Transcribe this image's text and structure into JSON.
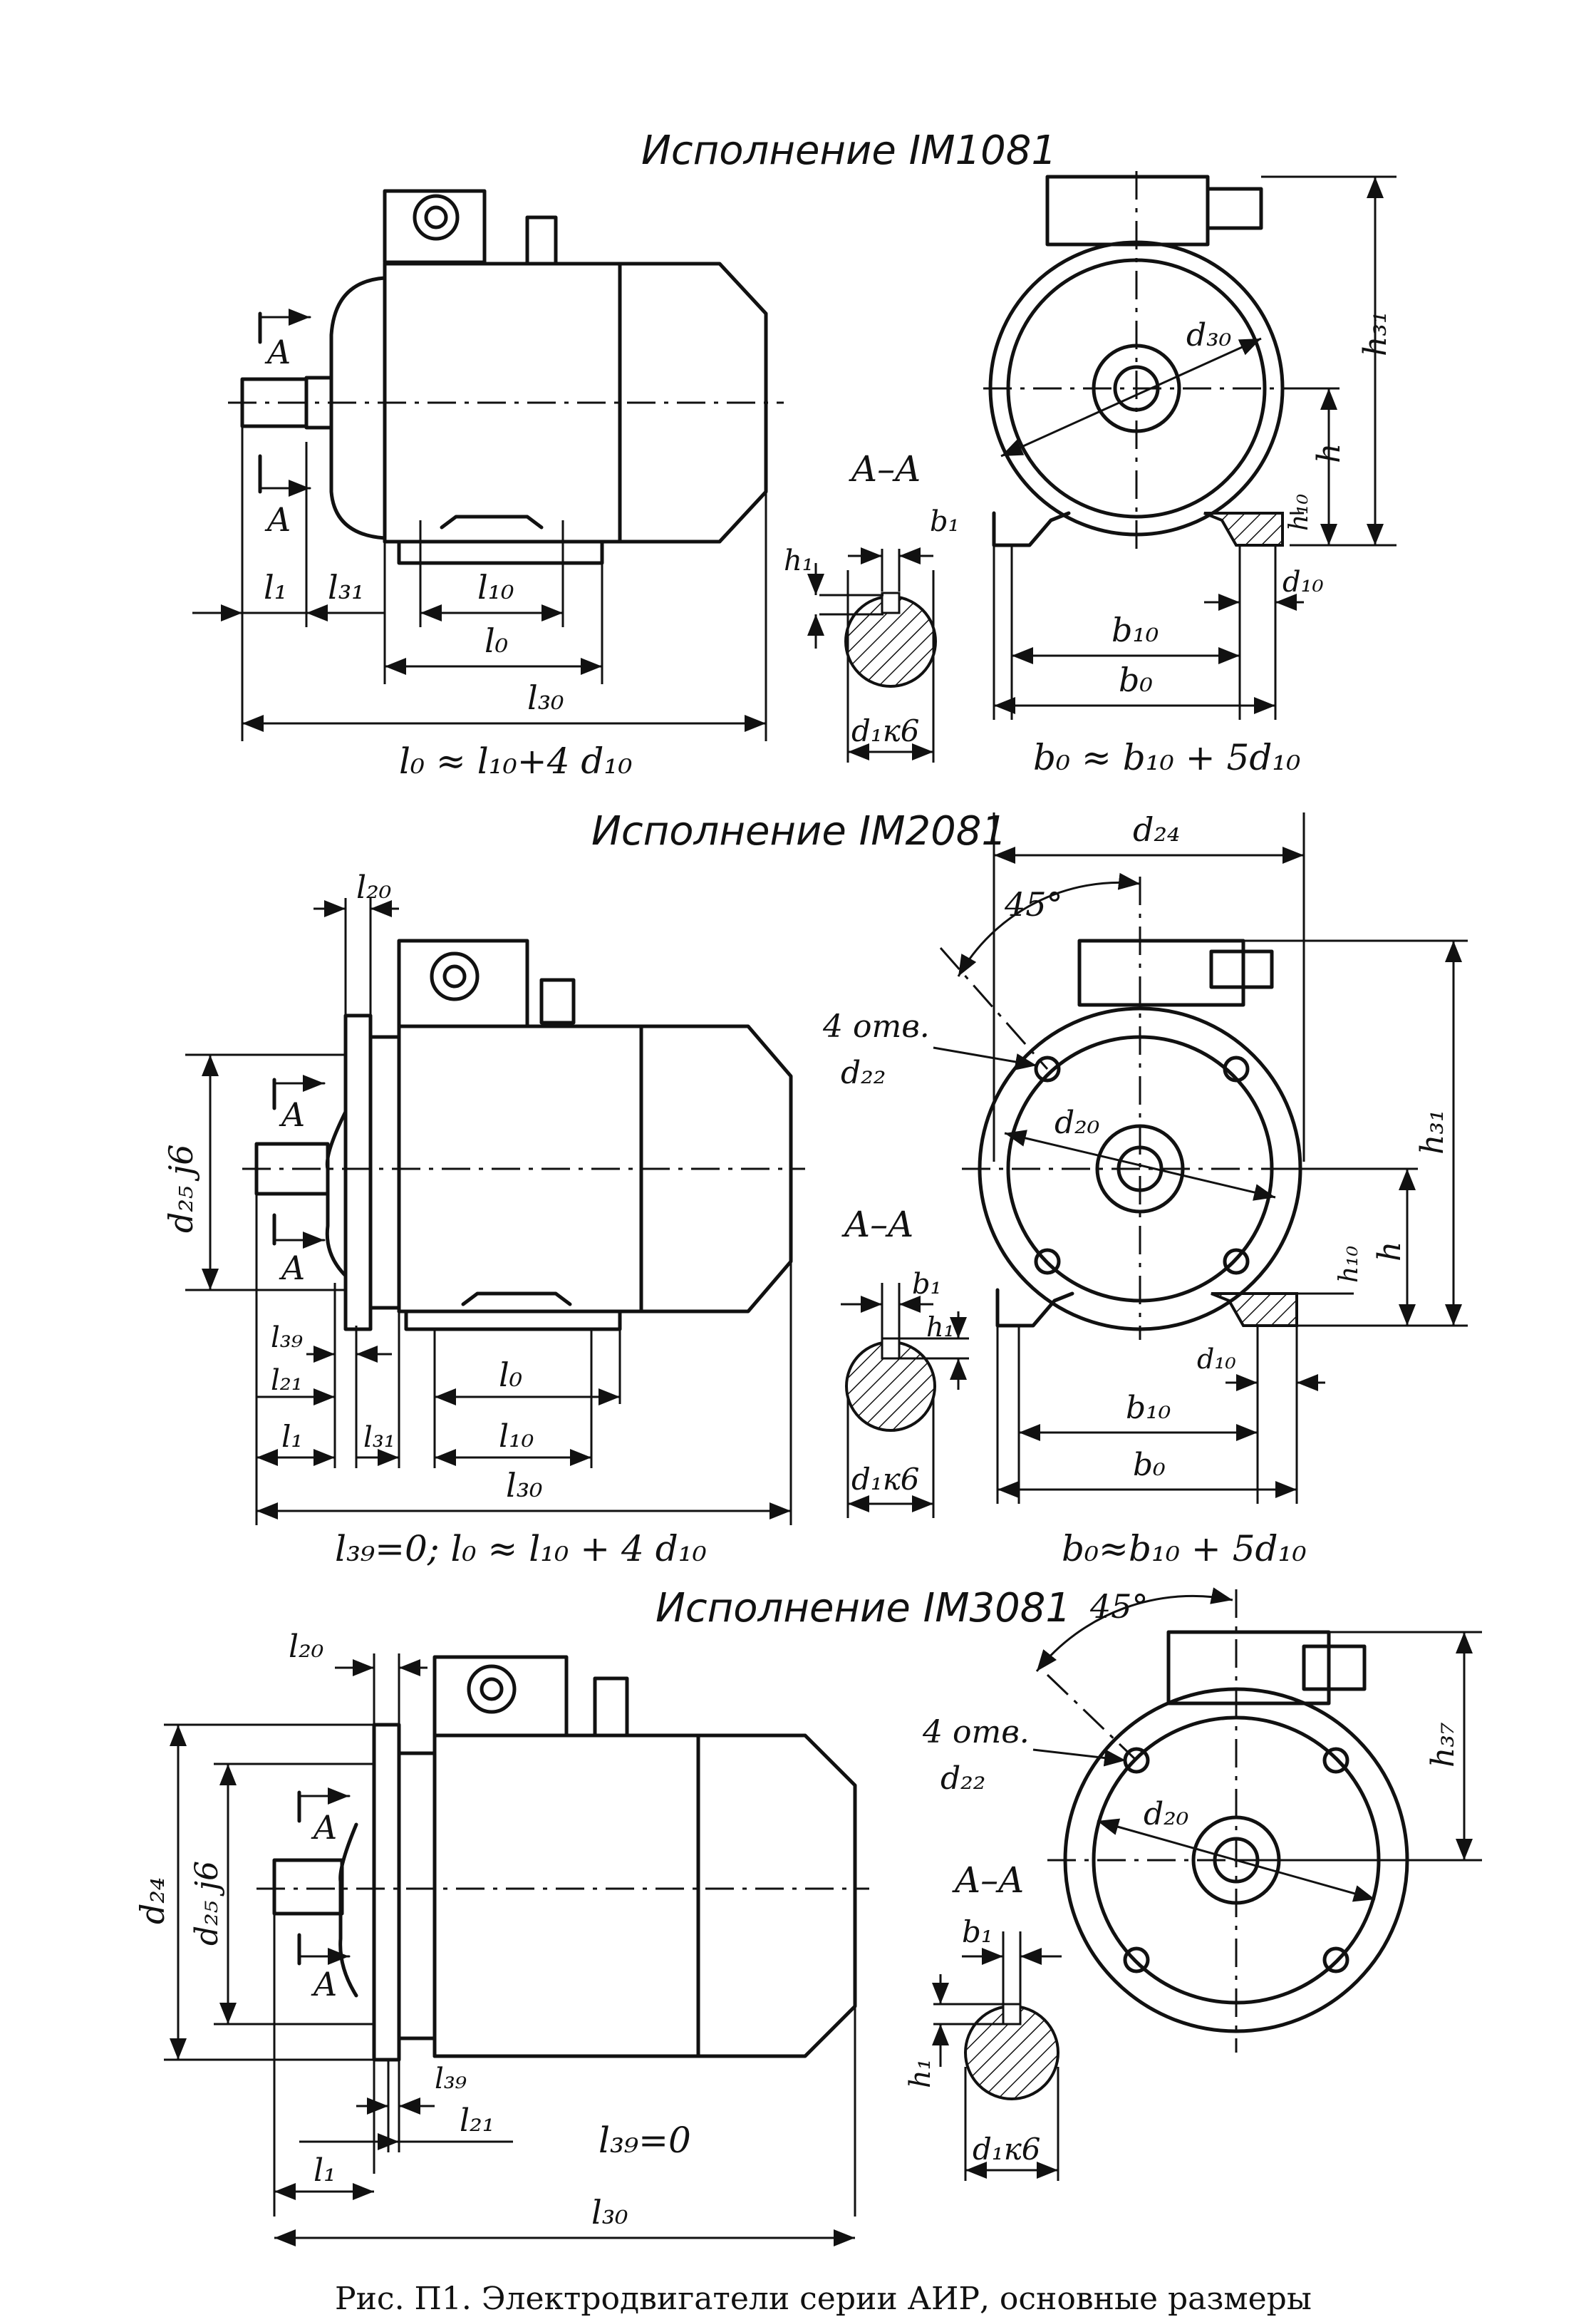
{
  "figure": {
    "sections": [
      {
        "title": "Исполнение IM1081",
        "formula_left": "l₀ ≈ l₁₀+4 d₁₀",
        "formula_right": "b₀ ≈ b₁₀ + 5d₁₀",
        "section_label": "A–A",
        "section_mark": "A",
        "labels": {
          "l1": "l₁",
          "l31": "l₃₁",
          "l10": "l₁₀",
          "l0": "l₀",
          "l30": "l₃₀",
          "h1": "h₁",
          "b1": "b₁",
          "d1k6": "d₁к6",
          "d30": "d₃₀",
          "h31": "h₃₁",
          "h": "h",
          "h10": "h₁₀",
          "d10": "d₁₀",
          "b10": "b₁₀",
          "b0": "b₀"
        }
      },
      {
        "title": "Исполнение IM2081",
        "formula_left": "l₃₉=0;  l₀ ≈ l₁₀ + 4 d₁₀",
        "formula_right": "b₀≈b₁₀ + 5d₁₀",
        "section_label": "A–A",
        "section_mark": "A",
        "holes": "4 отв.",
        "angle": "45°",
        "labels": {
          "l20": "l₂₀",
          "d25j6": "d₂₅ j6",
          "l39": "l₃₉",
          "l21": "l₂₁",
          "l1": "l₁",
          "l31": "l₃₁",
          "l0": "l₀",
          "l10": "l₁₀",
          "l30": "l₃₀",
          "b1": "b₁",
          "h1": "h₁",
          "d1k6": "d₁к6",
          "d24": "d₂₄",
          "d22": "d₂₂",
          "d20": "d₂₀",
          "h31": "h₃₁",
          "h10": "h₁₀",
          "h": "h",
          "d10": "d₁₀",
          "b10": "b₁₀",
          "b0": "b₀"
        }
      },
      {
        "title": "Исполнение IM3081",
        "formula_left": "l₃₉=0",
        "section_label": "A–A",
        "section_mark": "A",
        "holes": "4 отв.",
        "angle": "45°",
        "labels": {
          "l20": "l₂₀",
          "d24": "d₂₄",
          "d25j6": "d₂₅ j6",
          "l39": "l₃₉",
          "l21": "l₂₁",
          "l1": "l₁",
          "l30": "l₃₀",
          "d22": "d₂₂",
          "d20": "d₂₀",
          "h37": "h₃₇",
          "b1": "b₁",
          "h1": "h₁",
          "d1k6": "d₁к6"
        }
      }
    ],
    "caption": "Рис. П1. Электродвигатели серии АИР, основные размеры"
  }
}
